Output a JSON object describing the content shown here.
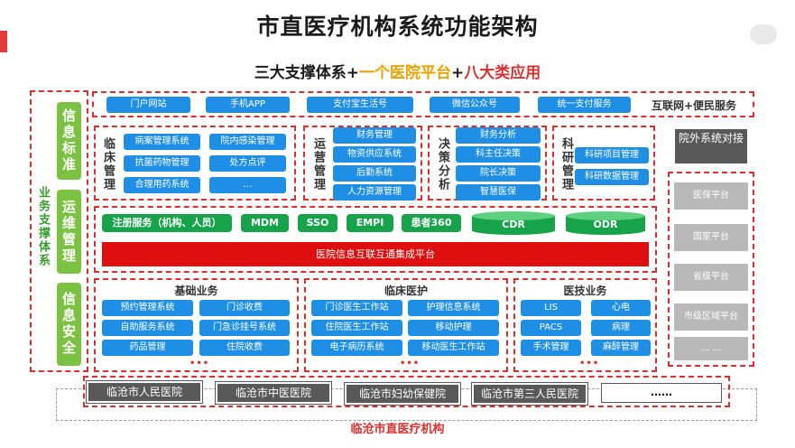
{
  "title": "市直医疗机构系统功能架构",
  "subtitle": {
    "part1": "三大支撑体系",
    "plus1": "+",
    "part2": "一个医院平台",
    "plus2": "+",
    "part3": "八大类应用"
  },
  "left_support": {
    "label": "业务支撑体系",
    "items": [
      "信息标准",
      "运维管理",
      "信息安全"
    ]
  },
  "internet": {
    "label": "互联网+便民服务",
    "items": [
      "门户网站",
      "手机APP",
      "支付宝生活号",
      "微信公众号",
      "统一支付服务"
    ]
  },
  "clinical_mgmt": {
    "label": "临床管理",
    "items": [
      "病案管理系统",
      "院内感染管理",
      "抗菌药物管理",
      "处方点评",
      "合理用药系统",
      "…"
    ]
  },
  "operation_mgmt": {
    "label": "运营管理",
    "items": [
      "财务管理",
      "物资供应系统",
      "后勤系统",
      "人力资源管理"
    ]
  },
  "decision": {
    "label": "决策分析",
    "items": [
      "财务分析",
      "科主任决策",
      "院长决策",
      "智慧医保"
    ]
  },
  "research": {
    "label": "科研管理",
    "items": [
      "科研项目管理",
      "科研数据管理"
    ]
  },
  "platform": {
    "services": [
      "注册服务（机构、人员）",
      "MDM",
      "SSO",
      "EMPI",
      "患者360"
    ],
    "cdr": "CDR",
    "odr": "ODR",
    "bar": "医院信息互联互通集成平台"
  },
  "external": {
    "label": "院外系统对接",
    "items": [
      "医保平台",
      "国家平台",
      "省级平台",
      "市级区域平台",
      "… …"
    ]
  },
  "basic": {
    "label": "基础业务",
    "items": [
      "预约管理系统",
      "门诊收费",
      "自助服务系统",
      "门急诊挂号系统",
      "药品管理",
      "住院收费"
    ],
    "more": "•••"
  },
  "clinical": {
    "label": "临床医护",
    "items": [
      "门诊医生工作站",
      "护理信息系统",
      "住院医生工作站",
      "移动护理",
      "电子病历系统",
      "移动医生工作站"
    ],
    "more": "•••"
  },
  "medtech": {
    "label": "医技业务",
    "items": [
      "LIS",
      "心电",
      "PACS",
      "病理",
      "手术管理",
      "麻醉管理"
    ],
    "more": "•••"
  },
  "hospitals": [
    "临沧市人民医院",
    "临沧市中医医院",
    "临沧市妇幼保健院",
    "临沧市第三人民医院",
    "……"
  ],
  "footer_label": "临沧市直医疗机构",
  "colors": {
    "blue": "#1f8fe6",
    "green": "#16a34a",
    "light_green": "#7cc242",
    "red": "#e00f0f",
    "dash_red": "#d8302f",
    "gray": "#b9b9b9",
    "dark_gray": "#595959",
    "orange": "#e8a300"
  }
}
